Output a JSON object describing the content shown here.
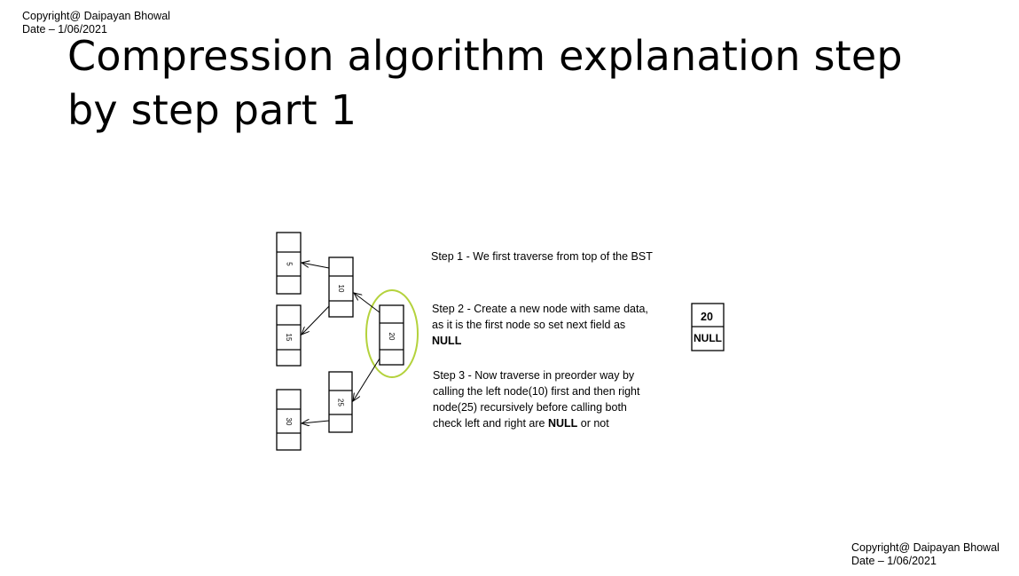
{
  "copyright_top": {
    "line1": "Copyright@ Daipayan Bhowal",
    "line2": "Date – 1/06/2021"
  },
  "copyright_bottom": {
    "line1": "Copyright@ Daipayan Bhowal",
    "line2": "Date – 1/06/2021"
  },
  "title": "Compression algorithm explanation step by step part 1",
  "bst": {
    "nodes": [
      "5",
      "10",
      "15",
      "20",
      "25",
      "30"
    ],
    "highlight_color": "#b4d23c"
  },
  "steps": {
    "step1": "Step 1 - We first traverse from top of the BST",
    "step2_text": "Step 2 - Create a new node with same data, as it is the first node so set next field as ",
    "step2_bold": "NULL",
    "step3_text": "Step 3 - Now traverse in preorder way by calling the left node(10) first and then right node(25) recursively before calling both check left and right are ",
    "step3_bold": "NULL",
    "step3_tail": " or not"
  },
  "new_node": {
    "data": "20",
    "next": "NULL"
  }
}
